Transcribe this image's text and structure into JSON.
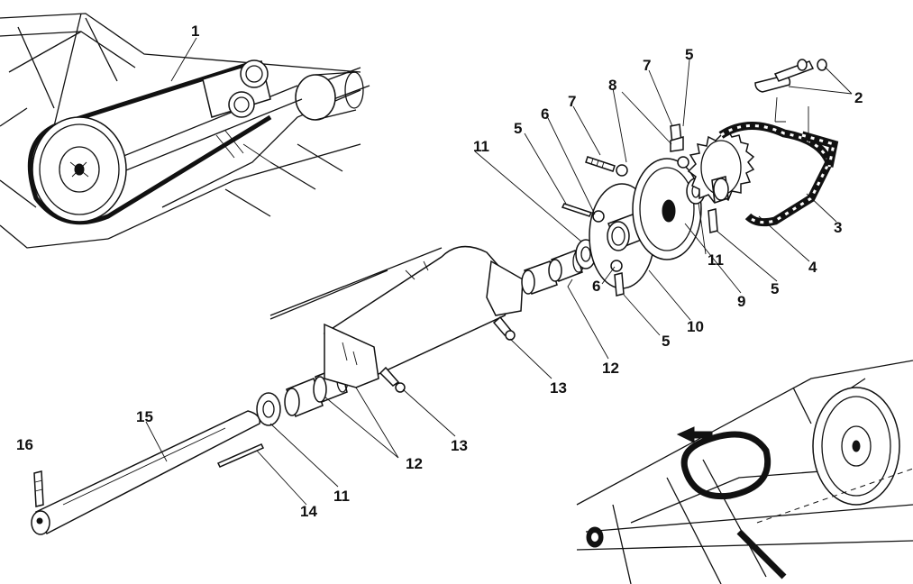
{
  "diagram": {
    "labels": [
      "1",
      "2",
      "3",
      "4",
      "5",
      "5",
      "5",
      "5",
      "6",
      "6",
      "7",
      "7",
      "8",
      "9",
      "10",
      "11",
      "11",
      "11",
      "12",
      "12",
      "13",
      "13",
      "14",
      "15",
      "16"
    ]
  },
  "callouts": {
    "c1": "1",
    "c2": "2",
    "c3": "3",
    "c4": "4",
    "c5a": "5",
    "c5b": "5",
    "c5c": "5",
    "c5d": "5",
    "c6a": "6",
    "c6b": "6",
    "c7a": "7",
    "c7b": "7",
    "c8": "8",
    "c9": "9",
    "c10": "10",
    "c11a": "11",
    "c11b": "11",
    "c11c": "11",
    "c12a": "12",
    "c12b": "12",
    "c13a": "13",
    "c13b": "13",
    "c14": "14",
    "c15": "15",
    "c16": "16"
  }
}
